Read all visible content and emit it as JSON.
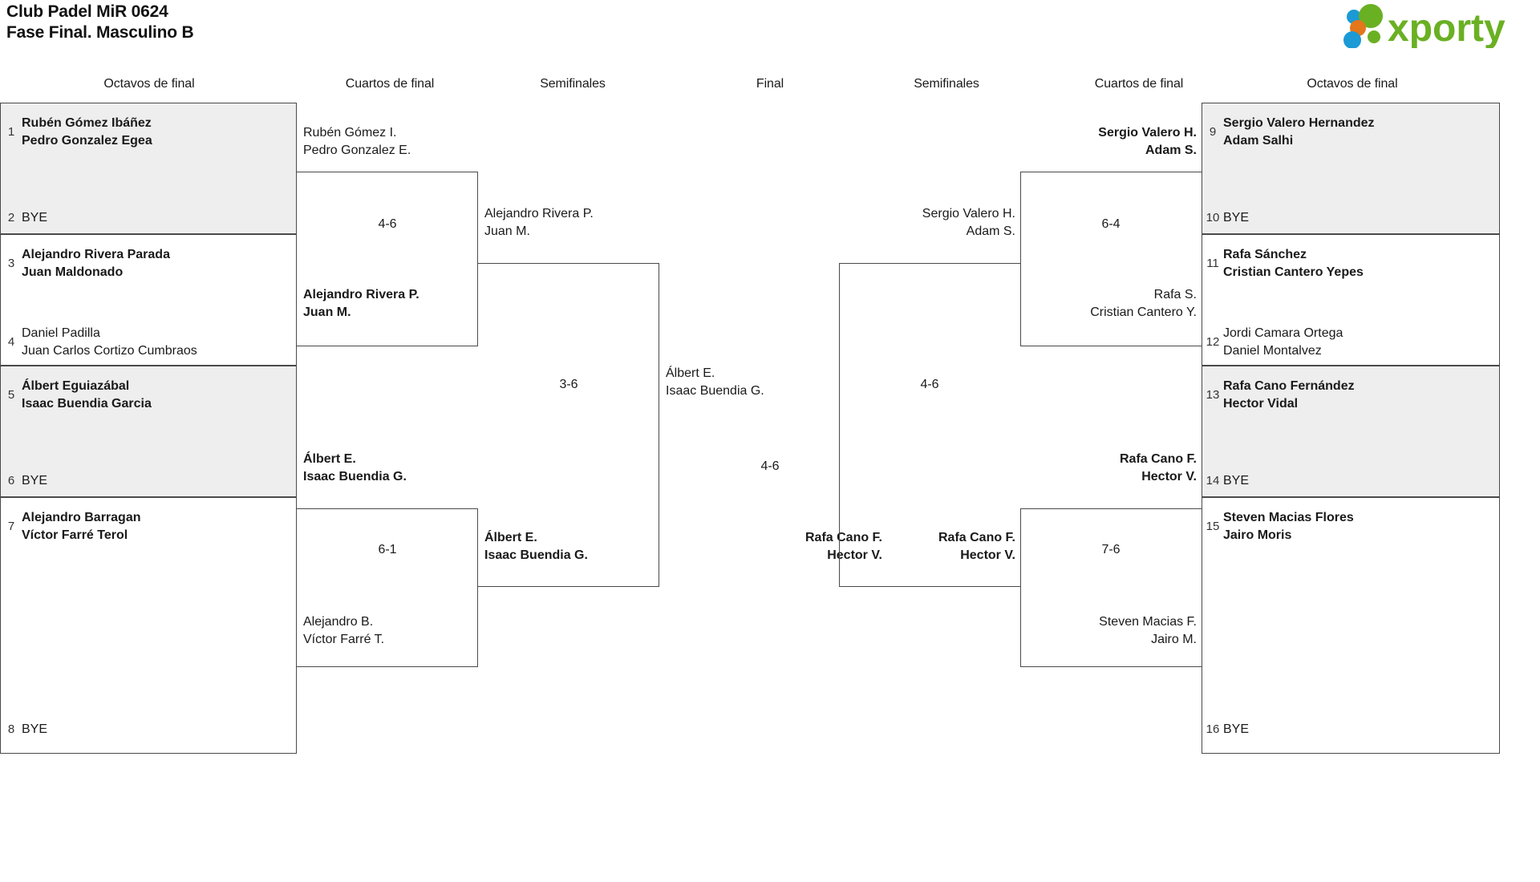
{
  "header": {
    "title_line1": "Club Padel MiR 0624",
    "title_line2": "Fase Final. Masculino B",
    "logo_text": "xporty",
    "logo_colors": {
      "green": "#6ab023",
      "blue": "#1b9ad6",
      "orange": "#e4761b"
    }
  },
  "round_headers": {
    "left_octavos": "Octavos de final",
    "left_cuartos": "Cuartos de final",
    "left_semis": "Semifinales",
    "final": "Final",
    "right_semis": "Semifinales",
    "right_cuartos": "Cuartos de final",
    "right_octavos": "Octavos de final"
  },
  "left_octavos": [
    {
      "seed": "1",
      "line1": "Rubén Gómez Ibáñez",
      "line2": "Pedro Gonzalez Egea",
      "winner": true,
      "shaded": true,
      "bye": false
    },
    {
      "seed": "2",
      "line1": "BYE",
      "line2": "",
      "winner": false,
      "shaded": true,
      "bye": true
    },
    {
      "seed": "3",
      "line1": "Alejandro Rivera Parada",
      "line2": "Juan Maldonado",
      "winner": true,
      "shaded": false,
      "bye": false
    },
    {
      "seed": "4",
      "line1": "Daniel Padilla",
      "line2": "Juan Carlos Cortizo Cumbraos",
      "winner": false,
      "shaded": false,
      "bye": false
    },
    {
      "seed": "5",
      "line1": "Álbert Eguiazábal",
      "line2": "Isaac Buendia Garcia",
      "winner": true,
      "shaded": true,
      "bye": false
    },
    {
      "seed": "6",
      "line1": "BYE",
      "line2": "",
      "winner": false,
      "shaded": true,
      "bye": true
    },
    {
      "seed": "7",
      "line1": "Alejandro Barragan",
      "line2": "Víctor Farré Terol",
      "winner": true,
      "shaded": false,
      "bye": false
    },
    {
      "seed": "8",
      "line1": "BYE",
      "line2": "",
      "winner": false,
      "shaded": false,
      "bye": true
    }
  ],
  "right_octavos": [
    {
      "seed": "9",
      "line1": "Sergio Valero Hernandez",
      "line2": "Adam Salhi",
      "winner": true,
      "shaded": true,
      "bye": false
    },
    {
      "seed": "10",
      "line1": "BYE",
      "line2": "",
      "winner": false,
      "shaded": true,
      "bye": true
    },
    {
      "seed": "11",
      "line1": "Rafa Sánchez",
      "line2": "Cristian Cantero Yepes",
      "winner": true,
      "shaded": false,
      "bye": false
    },
    {
      "seed": "12",
      "line1": "Jordi Camara Ortega",
      "line2": "Daniel Montalvez",
      "winner": false,
      "shaded": false,
      "bye": false
    },
    {
      "seed": "13",
      "line1": "Rafa Cano Fernández",
      "line2": "Hector Vidal",
      "winner": true,
      "shaded": true,
      "bye": false
    },
    {
      "seed": "14",
      "line1": "BYE",
      "line2": "",
      "winner": false,
      "shaded": true,
      "bye": true
    },
    {
      "seed": "15",
      "line1": "Steven Macias Flores",
      "line2": "Jairo Moris",
      "winner": true,
      "shaded": false,
      "bye": false
    },
    {
      "seed": "16",
      "line1": "BYE",
      "line2": "",
      "winner": false,
      "shaded": false,
      "bye": true
    }
  ],
  "left_cuartos": [
    {
      "line1": "Rubén Gómez I.",
      "line2": "Pedro Gonzalez E.",
      "winner": false
    },
    {
      "line1": "Alejandro Rivera P.",
      "line2": "Juan M.",
      "winner": true
    },
    {
      "line1": "Álbert E.",
      "line2": "Isaac Buendia G.",
      "winner": true
    },
    {
      "line1": "Alejandro B.",
      "line2": "Víctor Farré T.",
      "winner": false
    }
  ],
  "left_cuartos_scores": [
    "4-6",
    "6-1"
  ],
  "left_semis": [
    {
      "line1": "Alejandro Rivera P.",
      "line2": "Juan M.",
      "winner": false
    },
    {
      "line1": "Álbert E.",
      "line2": "Isaac Buendia G.",
      "winner": true
    }
  ],
  "left_semis_score": "3-6",
  "right_cuartos": [
    {
      "line1": "Sergio Valero H.",
      "line2": "Adam S.",
      "winner": true
    },
    {
      "line1": "Rafa S.",
      "line2": "Cristian Cantero Y.",
      "winner": false
    },
    {
      "line1": "Rafa Cano F.",
      "line2": "Hector V.",
      "winner": true
    },
    {
      "line1": "Steven Macias F.",
      "line2": "Jairo M.",
      "winner": false
    }
  ],
  "right_cuartos_scores": [
    "6-4",
    "7-6"
  ],
  "right_semis": [
    {
      "line1": "Sergio Valero H.",
      "line2": "Adam S.",
      "winner": false
    },
    {
      "line1": "Rafa Cano F.",
      "line2": "Hector V.",
      "winner": true
    }
  ],
  "right_semis_score": "4-6",
  "final": {
    "top": {
      "line1": "Álbert E.",
      "line2": "Isaac Buendia G.",
      "winner": false
    },
    "bottom": {
      "line1": "Rafa Cano F.",
      "line2": "Hector V.",
      "winner": true
    },
    "score": "4-6"
  }
}
